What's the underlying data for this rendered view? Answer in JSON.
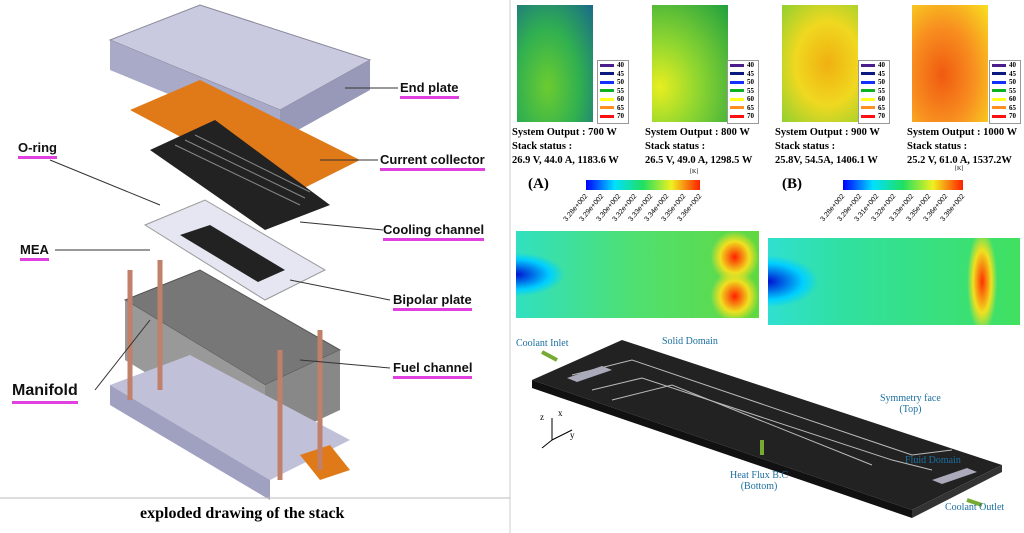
{
  "stack": {
    "labels": {
      "end_plate": "End plate",
      "current_collector": "Current collector",
      "o_ring": "O-ring",
      "cooling_channel": "Cooling channel",
      "mea": "MEA",
      "bipolar_plate": "Bipolar plate",
      "fuel_channel": "Fuel channel",
      "manifold": "Manifold"
    },
    "caption": "exploded drawing of the stack"
  },
  "heatmaps": [
    {
      "output": "System Output : 700 W",
      "status_label": "Stack status :",
      "status": "26.9 V, 44.0 A, 1183.6 W"
    },
    {
      "output": "System Output : 800 W",
      "status_label": "Stack status :",
      "status": "26.5 V, 49.0 A, 1298.5 W"
    },
    {
      "output": "System Output : 900 W",
      "status_label": "Stack status :",
      "status": "25.8V, 54.5A, 1406.1 W"
    },
    {
      "output": "System Output : 1000 W",
      "status_label": "Stack status :",
      "status": "25.2 V, 61.0 A, 1537.2W"
    }
  ],
  "legend": {
    "values": [
      "40",
      "45",
      "50",
      "55",
      "60",
      "65",
      "70"
    ],
    "colors": [
      "#4b1c8c",
      "#0a1a80",
      "#1030ff",
      "#10b020",
      "#ffff20",
      "#ff9020",
      "#ff1010"
    ]
  },
  "contours": {
    "a": {
      "label": "(A)",
      "unit": "[K]",
      "ticks": [
        "3.28e+002",
        "3.29e+002",
        "3.30e+002",
        "3.32e+002",
        "3.33e+002",
        "3.34e+002",
        "3.35e+002",
        "3.36e+002"
      ]
    },
    "b": {
      "label": "(B)",
      "unit": "[K]",
      "ticks": [
        "3.28e+002",
        "3.29e+002",
        "3.31e+002",
        "3.32e+002",
        "3.33e+002",
        "3.35e+002",
        "3.36e+002",
        "3.38e+002"
      ]
    }
  },
  "domain": {
    "coolant_inlet": "Coolant Inlet",
    "solid_domain": "Solid Domain",
    "symmetry_face": "Symmetry face",
    "symmetry_top": "(Top)",
    "fluid_domain": "Fluid Domain",
    "heat_flux": "Heat Flux B.C",
    "heat_flux_bottom": "(Bottom)",
    "coolant_outlet": "Coolant Outlet",
    "axes": {
      "z": "z",
      "x": "x",
      "y": "y"
    }
  }
}
